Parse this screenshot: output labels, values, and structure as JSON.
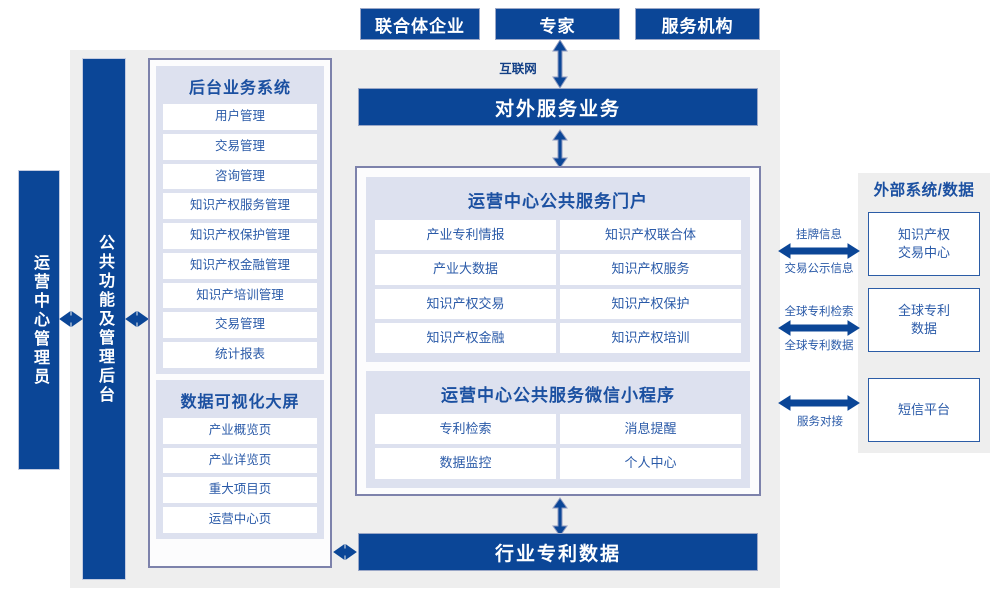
{
  "top_actors": [
    {
      "label": "联合体企业",
      "name": "actor-alliance-enterprise"
    },
    {
      "label": "专家",
      "name": "actor-expert"
    },
    {
      "label": "服务机构",
      "name": "actor-service-agency"
    }
  ],
  "connectors": {
    "internet": "互联网",
    "listing_info": "挂牌信息",
    "trade_publicity_info": "交易公示信息",
    "global_patent_search": "全球专利检索",
    "global_patent_data": "全球专利数据",
    "service_docking": "服务对接"
  },
  "bars": {
    "operation_center_admin": "运营中心管理员",
    "public_function_backend": "公共功能及管理后台",
    "external_service_business": "对外服务业务",
    "industry_patent_data": "行业专利数据"
  },
  "backend_system": {
    "title": "后台业务系统",
    "items": [
      "用户管理",
      "交易管理",
      "咨询管理",
      "知识产权服务管理",
      "知识产权保护管理",
      "知识产权金融管理",
      "知识产培训管理",
      "交易管理",
      "统计报表"
    ]
  },
  "data_visualization": {
    "title": "数据可视化大屏",
    "items": [
      "产业概览页",
      "产业详览页",
      "重大项目页",
      "运营中心页"
    ]
  },
  "public_service_portal": {
    "title": "运营中心公共服务门户",
    "items": [
      "产业专利情报",
      "知识产权联合体",
      "产业大数据",
      "知识产权服务",
      "知识产权交易",
      "知识产权保护",
      "知识产权金融",
      "知识产权培训"
    ]
  },
  "wechat_miniprogram": {
    "title": "运营中心公共服务微信小程序",
    "items": [
      "专利检索",
      "消息提醒",
      "数据监控",
      "个人中心"
    ]
  },
  "external_systems": {
    "title": "外部系统/数据",
    "items": [
      "知识产权\n交易中心",
      "全球专利\n数据",
      "短信平台"
    ]
  },
  "colors": {
    "brand_blue": "#0b4697",
    "text_blue": "#2a5aa8",
    "panel_border": "#7d82ab",
    "group_fill": "#dde1ef",
    "canvas_gray": "#eeeeee"
  }
}
